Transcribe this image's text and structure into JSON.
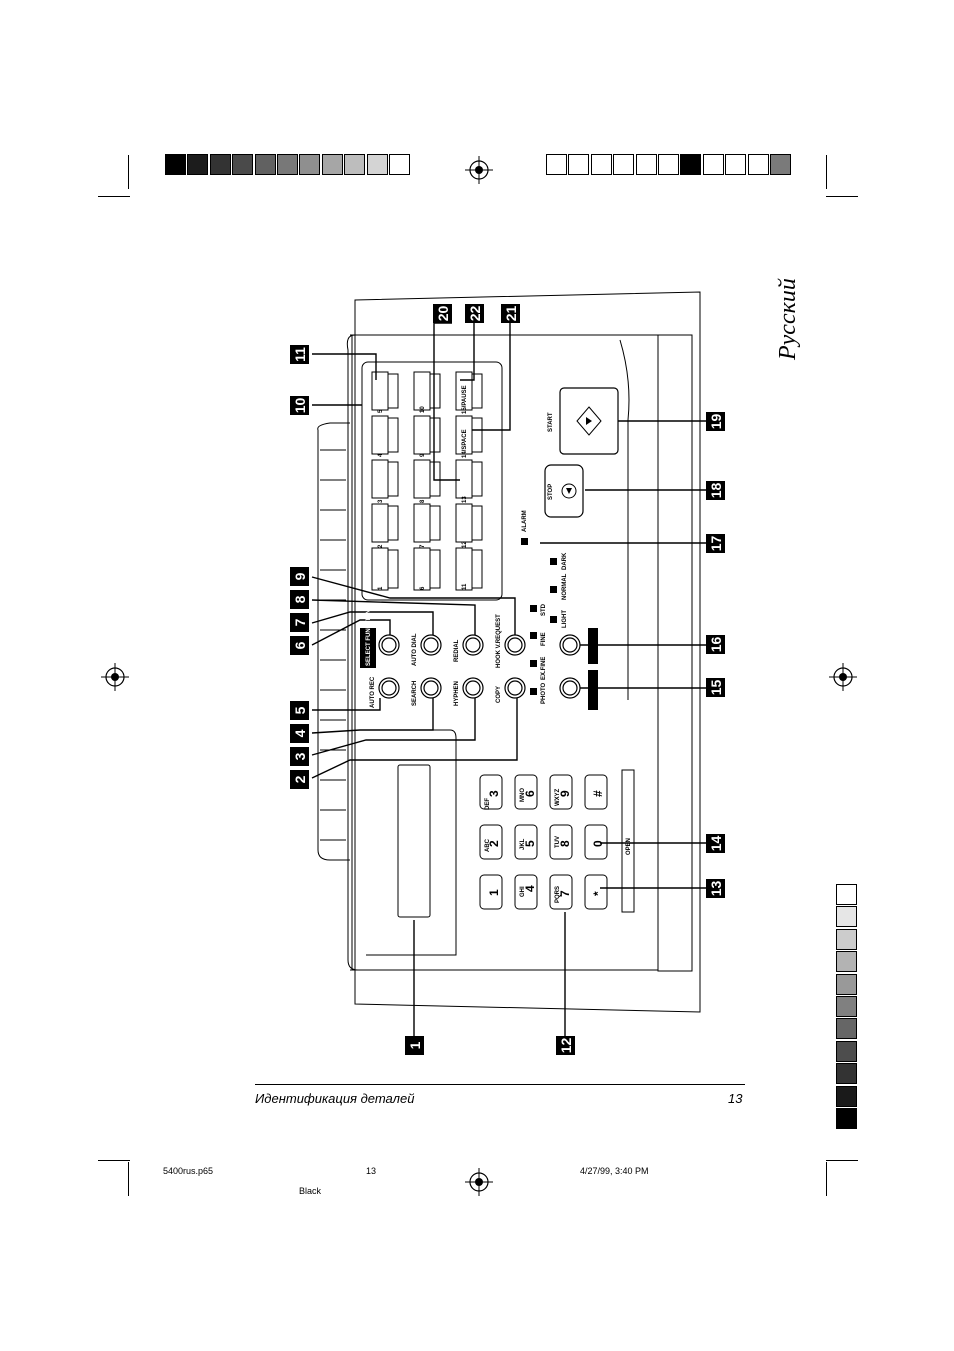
{
  "language_tab": "Русский",
  "footer": {
    "title": "Идентификация деталей",
    "page_number": "13"
  },
  "slug": {
    "file": "5400rus.p65",
    "page": "13",
    "datetime": "4/27/99, 3:40 PM",
    "plate": "Black"
  },
  "colors": {
    "top_bar_left": [
      "#000000",
      "#1c1c1c",
      "#333333",
      "#4a4a4a",
      "#616161",
      "#787878",
      "#8f8f8f",
      "#a6a6a6",
      "#bdbdbd",
      "#d4d4d4",
      "#ffffff"
    ],
    "top_bar_right": [
      "#ffffff",
      "#ffffff",
      "#ffffff",
      "#ffffff",
      "#ffffff",
      "#ffffff",
      "#000000",
      "#ffffff",
      "#ffffff",
      "#ffffff",
      "#7a7a7a"
    ],
    "side_bar": [
      "#ffffff",
      "#e6e6e6",
      "#cccccc",
      "#b3b3b3",
      "#999999",
      "#808080",
      "#666666",
      "#4d4d4d",
      "#333333",
      "#1a1a1a",
      "#000000"
    ]
  },
  "callouts": [
    "1",
    "2",
    "3",
    "4",
    "5",
    "6",
    "7",
    "8",
    "9",
    "10",
    "11",
    "12",
    "13",
    "14",
    "15",
    "16",
    "17",
    "18",
    "19",
    "20",
    "21",
    "22"
  ],
  "panel": {
    "one_touch_keys": [
      "1",
      "2",
      "3",
      "4",
      "5",
      "6",
      "7",
      "8",
      "9",
      "10",
      "11",
      "12",
      "13",
      "14/SPACE",
      "15/PAUSE"
    ],
    "function_buttons_row1": [
      "AUTO REC",
      "SEARCH",
      "HYPHEN",
      "COPY"
    ],
    "function_buttons_row2": [
      "SELECT FUNCTION",
      "AUTO DIAL",
      "REDIAL",
      "HOOK V.REQUEST"
    ],
    "resolution_labels": [
      "PHOTO",
      "EX.FINE",
      "FINE",
      "STD"
    ],
    "contrast_labels": [
      "LIGHT",
      "NORMAL",
      "DARK"
    ],
    "alarm_label": "ALARM",
    "stop_label": "STOP",
    "start_label": "START",
    "open_label": "OPEN",
    "keypad": [
      {
        "digit": "1",
        "letters": ""
      },
      {
        "digit": "2",
        "letters": "ABC"
      },
      {
        "digit": "3",
        "letters": "DEF"
      },
      {
        "digit": "4",
        "letters": "GHI"
      },
      {
        "digit": "5",
        "letters": "JKL"
      },
      {
        "digit": "6",
        "letters": "MNO"
      },
      {
        "digit": "7",
        "letters": "PQRS"
      },
      {
        "digit": "8",
        "letters": "TUV"
      },
      {
        "digit": "9",
        "letters": "WXYZ"
      },
      {
        "digit": "*",
        "letters": ""
      },
      {
        "digit": "0",
        "letters": ""
      },
      {
        "digit": "#",
        "letters": ""
      }
    ]
  }
}
